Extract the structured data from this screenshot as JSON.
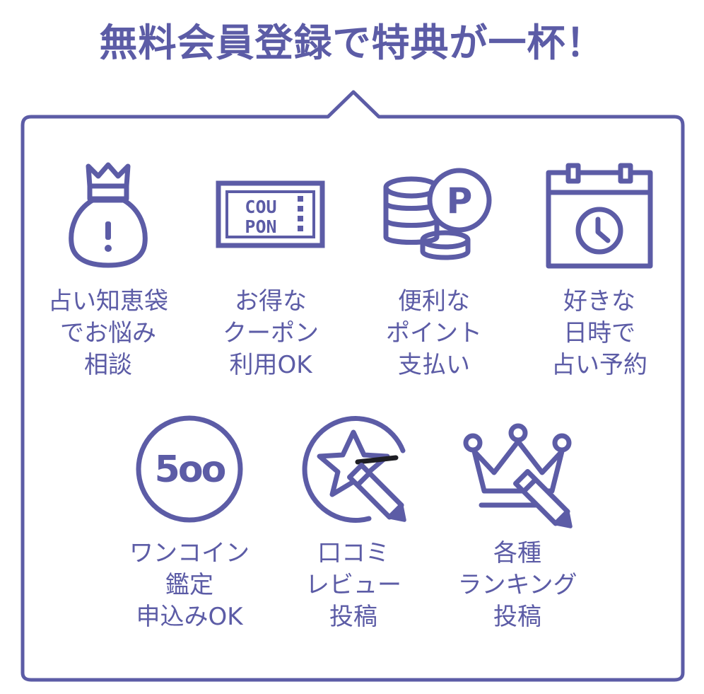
{
  "title": "無料会員登録で特典が一杯！",
  "benefits": [
    {
      "icon": "money-bag-icon",
      "lines": [
        "占い知恵袋",
        "でお悩み",
        "相談"
      ]
    },
    {
      "icon": "coupon-icon",
      "icon_text": [
        "COU",
        "PON"
      ],
      "lines": [
        "お得な",
        "クーポン",
        "利用OK"
      ]
    },
    {
      "icon": "points-coins-icon",
      "icon_text": [
        "P"
      ],
      "lines": [
        "便利な",
        "ポイント",
        "支払い"
      ]
    },
    {
      "icon": "calendar-clock-icon",
      "lines": [
        "好きな",
        "日時で",
        "占い予約"
      ]
    },
    {
      "icon": "coin-500-icon",
      "icon_text": [
        "5oo"
      ],
      "lines": [
        "ワンコイン",
        "鑑定",
        "申込みOK"
      ]
    },
    {
      "icon": "star-review-pencil-icon",
      "lines": [
        "口コミ",
        "レビュー",
        "投稿"
      ]
    },
    {
      "icon": "crown-pencil-icon",
      "lines": [
        "各種",
        "ランキング",
        "投稿"
      ]
    }
  ],
  "colors": {
    "accent": "#5c5ca6",
    "background": "#ffffff"
  }
}
